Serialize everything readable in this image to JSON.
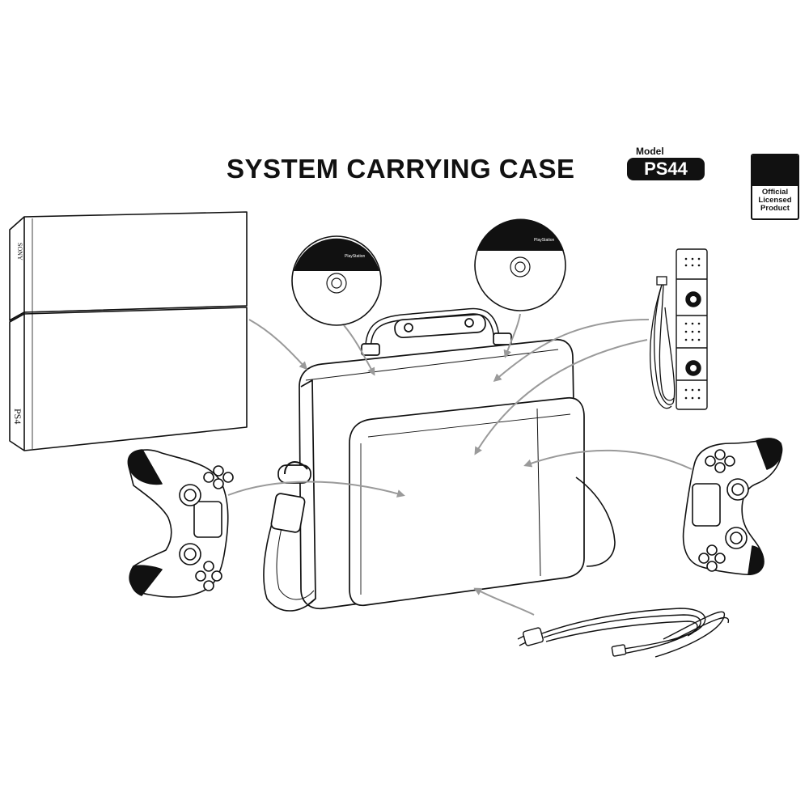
{
  "header": {
    "title": "SYSTEM CARRYING CASE",
    "model_label": "Model",
    "model_number": "PS44"
  },
  "badge": {
    "lines": [
      "Official",
      "Licensed",
      "Product"
    ]
  },
  "console": {
    "brand_text": "SONY",
    "logo_text": "PS4"
  },
  "discs": [
    {
      "label": "PlayStation"
    },
    {
      "label": "PlayStation"
    }
  ],
  "colors": {
    "ink": "#111111",
    "arrow": "#9a9a9a",
    "paper": "#ffffff"
  }
}
